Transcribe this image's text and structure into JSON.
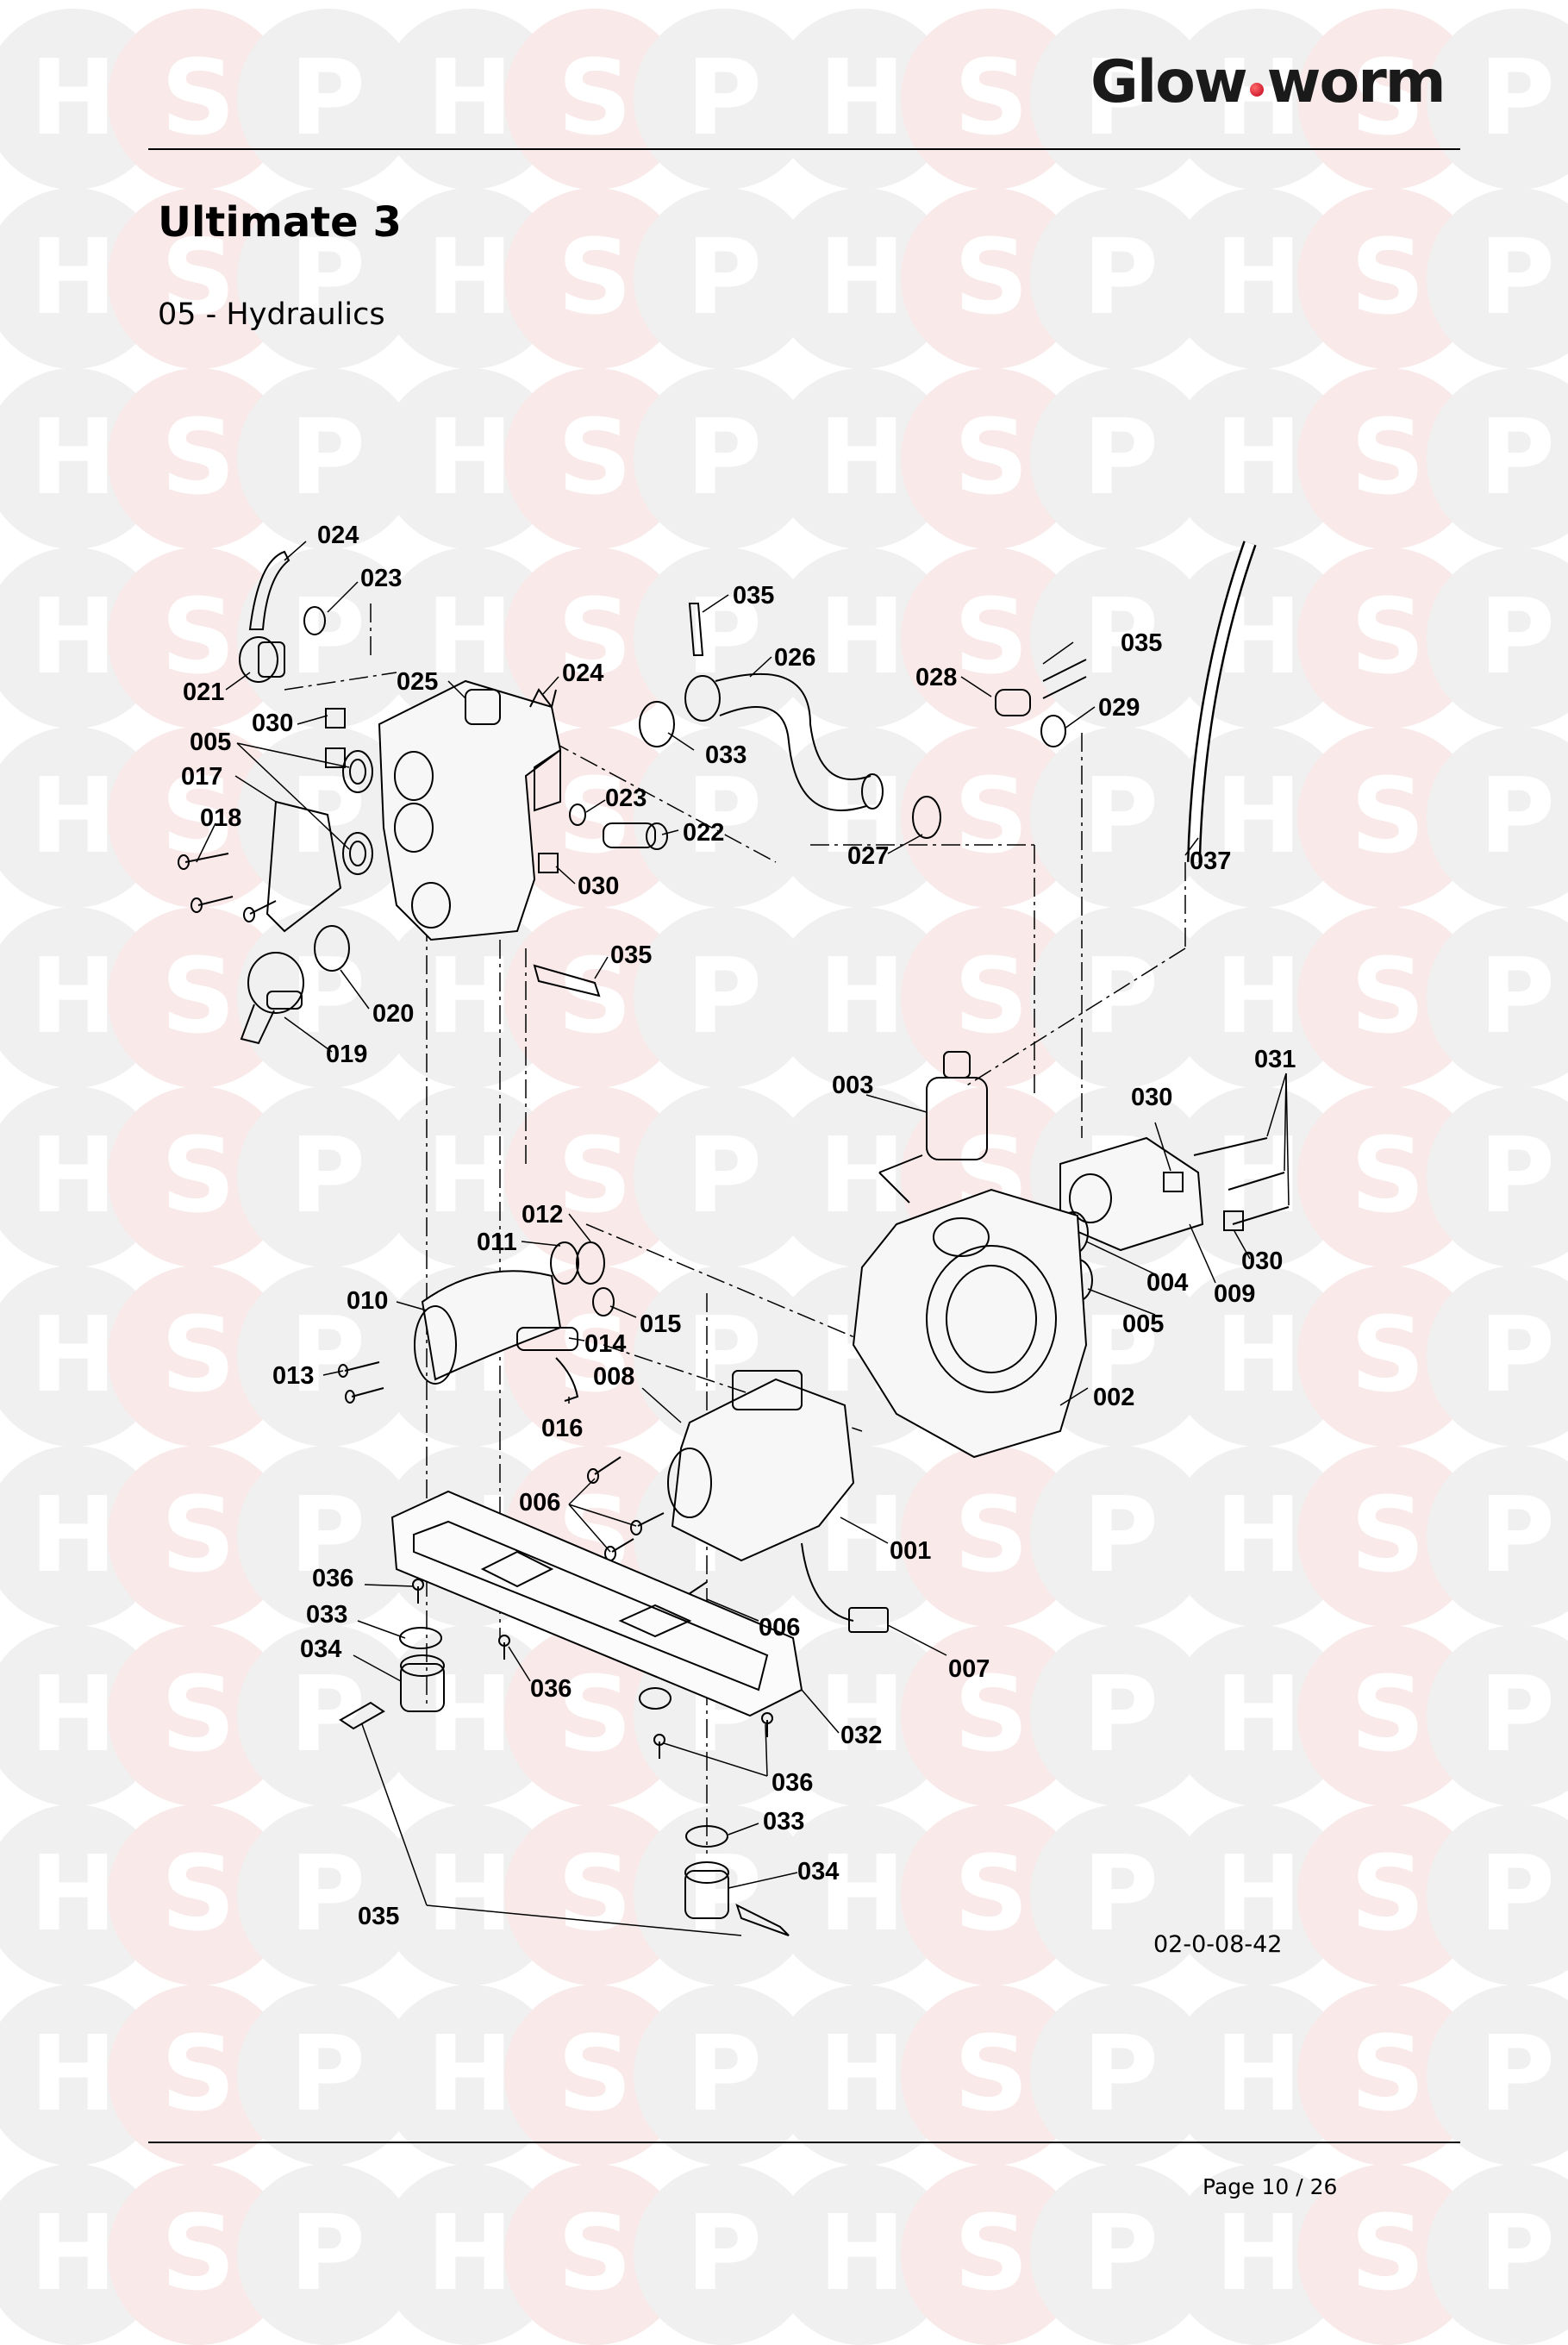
{
  "brand": {
    "name_left": "Glow",
    "name_right": "worm"
  },
  "watermark": {
    "letters": [
      "H",
      "S",
      "P"
    ]
  },
  "page_title": "Ultimate 3",
  "section_title": "05 - Hydraulics",
  "drawing_code": "02-0-08-42",
  "page_number": "Page 10 / 26",
  "part_labels": [
    "024",
    "023",
    "021",
    "035",
    "026",
    "035",
    "028",
    "029",
    "025",
    "024",
    "030",
    "005",
    "033",
    "017",
    "023",
    "022",
    "018",
    "027",
    "037",
    "030",
    "035",
    "020",
    "019",
    "031",
    "003",
    "030",
    "012",
    "030",
    "011",
    "004",
    "009",
    "010",
    "015",
    "005",
    "014",
    "013",
    "008",
    "002",
    "016",
    "006",
    "001",
    "036",
    "006",
    "033",
    "007",
    "034",
    "036",
    "032",
    "036",
    "033",
    "034",
    "035"
  ]
}
